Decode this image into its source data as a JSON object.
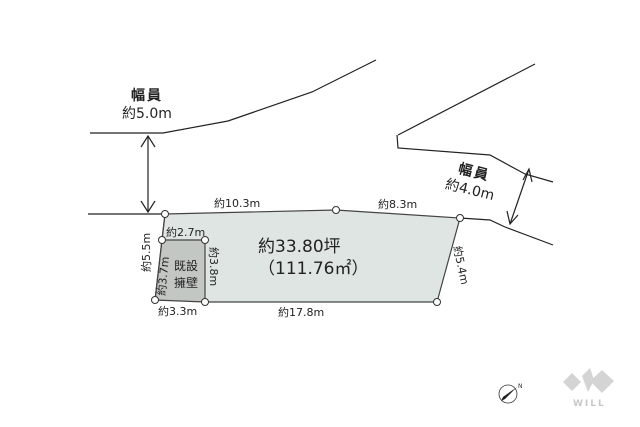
{
  "roads": [
    {
      "title": "幅員",
      "width": "約5.0m"
    },
    {
      "title": "幅員",
      "width": "約4.0m"
    }
  ],
  "plot": {
    "area_tsubo": "約33.80坪",
    "area_sqm": "（111.76㎡）",
    "fill_color": "#dfe5e2",
    "wall_fill_color": "#c2c7c4"
  },
  "dimensions": {
    "top_left": "約10.3m",
    "top_right": "約8.3m",
    "right": "約5.4m",
    "bottom": "約17.8m",
    "left": "約5.5m",
    "wall_top": "約2.7m",
    "wall_left": "約3.7m",
    "wall_right": "約3.8m",
    "wall_bottom": "約3.3m"
  },
  "retaining_wall": {
    "line1": "既設",
    "line2": "擁壁"
  },
  "compass": {
    "icon": "north-arrow-icon",
    "label": "N"
  },
  "logo": {
    "icon": "will-logo-icon",
    "text": "WILL"
  }
}
